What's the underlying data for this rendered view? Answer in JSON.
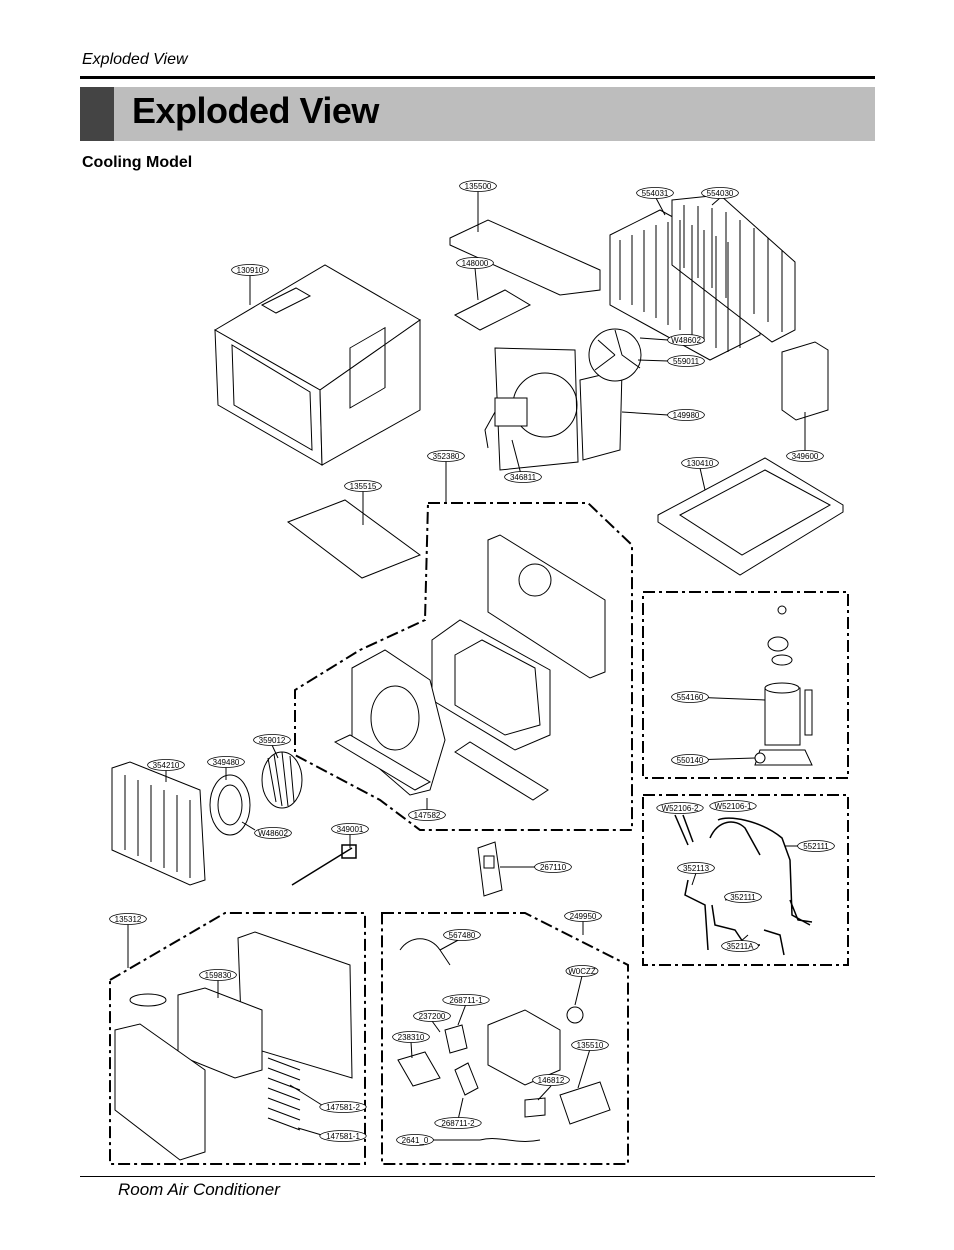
{
  "header": {
    "running_title": "Exploded View",
    "banner_title": "Exploded View"
  },
  "section": {
    "title": "Cooling Model"
  },
  "footer": {
    "text": "Room Air Conditioner"
  },
  "part_labels": [
    "135500",
    "554031",
    "554030",
    "130910",
    "148000",
    "W48602",
    "559011",
    "149980",
    "349600",
    "130410",
    "352380",
    "346811",
    "135515",
    "554160",
    "550140",
    "359012",
    "354210",
    "349480",
    "W48602",
    "147582",
    "349001",
    "267110",
    "W52106-2",
    "W52106-1",
    "552111",
    "352113",
    "352111",
    "35211A",
    "135312",
    "159830",
    "147581-2",
    "147581-1",
    "567480",
    "249950",
    "W0CZZ",
    "268711-1",
    "237200",
    "238310",
    "135510",
    "146812",
    "268711-2",
    "2641_0"
  ]
}
